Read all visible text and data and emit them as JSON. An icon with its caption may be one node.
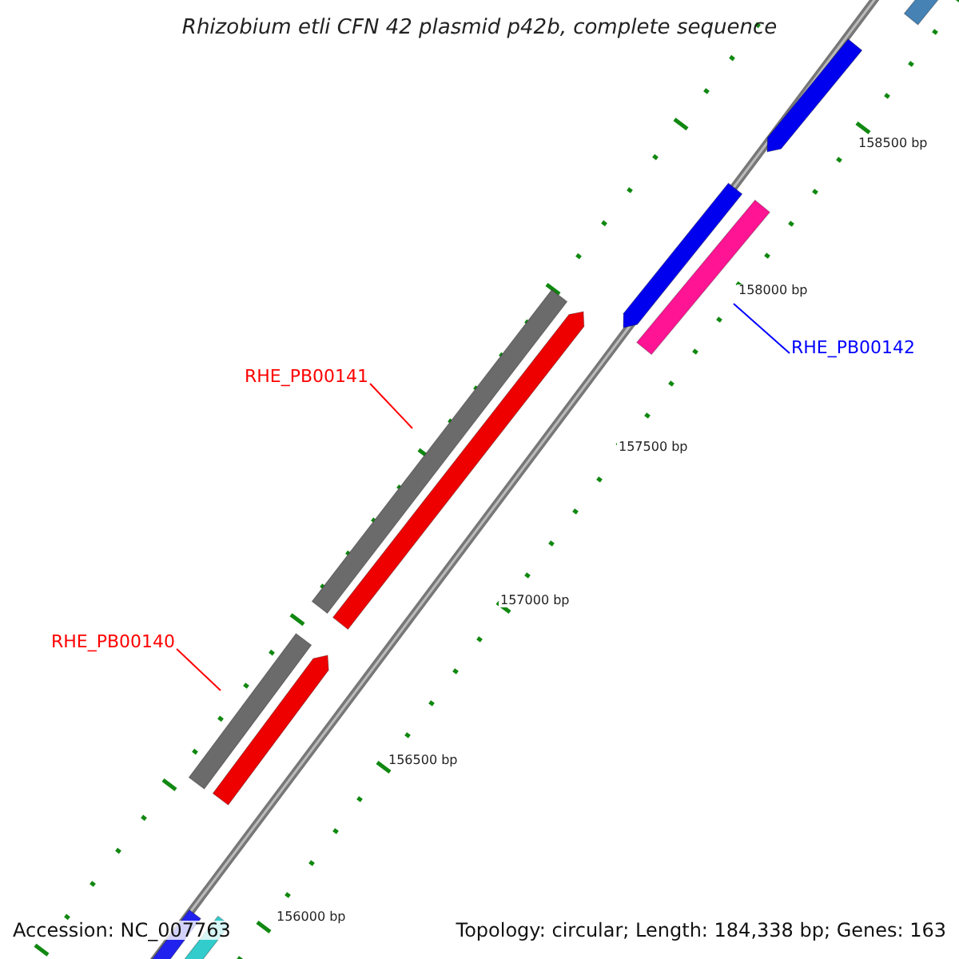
{
  "diagram": {
    "title": "Rhizobium etli CFN 42 plasmid p42b, complete sequence",
    "nodes": [
      {
        "text": [
          "RHE_PB00142"
        ]
      },
      {
        "text": [],
        "shape": "bar"
      },
      {
        "text": [
          "RHE_PB00141"
        ]
      },
      {
        "text": [],
        "shape": "arrow"
      },
      {
        "text": [
          "RHE_PB00140"
        ]
      },
      {
        "text": [],
        "shape": "arrow"
      }
    ],
    "edges": [
      {
        "from": 0,
        "to": 1,
        "arrow": "none",
        "color": "#0000ff"
      },
      {
        "from": 2,
        "to": 3,
        "arrow": "none",
        "color": "#ff0000"
      },
      {
        "from": 4,
        "to": 5,
        "arrow": "none",
        "color": "#ff0000"
      }
    ],
    "labels": [
      "158500 bp",
      "158000 bp",
      "157500 bp",
      "157000 bp",
      "156500 bp",
      "156000 bp",
      "Accession: NC_007763",
      "Topology: circular; Length: 184,338 bp; Genes: 163"
    ]
  }
}
